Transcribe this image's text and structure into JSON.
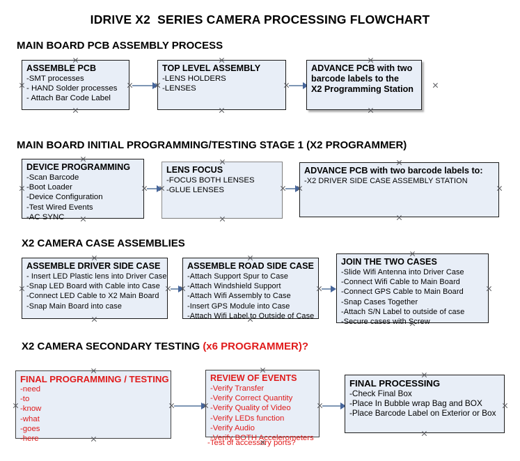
{
  "document": {
    "title": "IDRIVE X2  SERIES CAMERA PROCESSING FLOWCHART"
  },
  "colors": {
    "box_fill": "#e8eef7",
    "box_border": "#1a1a1a",
    "arrow": "#7e96b4",
    "accent_red": "#e01b1b",
    "text": "#000000"
  },
  "sections": [
    {
      "id": "pcb-assembly",
      "heading": "MAIN BOARD PCB ASSEMBLY PROCESS",
      "heading_accent": "",
      "nodes": [
        {
          "id": "assemble-pcb",
          "head": "ASSEMBLE PCB",
          "lines": [
            "-SMT processes",
            "- HAND Solder processes",
            "- Attach Bar Code Label"
          ]
        },
        {
          "id": "top-level-assembly",
          "head": "TOP LEVEL ASSEMBLY",
          "lines": [
            "-LENS HOLDERS",
            "-LENSES"
          ]
        },
        {
          "id": "advance-pcb-station",
          "head": "ADVANCE PCB with two",
          "lines": [
            "barcode labels to the",
            " X2 Programming Station"
          ]
        }
      ]
    },
    {
      "id": "initial-programming",
      "heading": "MAIN BOARD INITIAL PROGRAMMING/TESTING STAGE 1 (X2 PROGRAMMER)",
      "heading_accent": "",
      "nodes": [
        {
          "id": "device-programming",
          "head": "DEVICE PROGRAMMING",
          "lines": [
            "-Scan Barcode",
            "-Boot Loader",
            "-Device Configuration",
            "-Test Wired Events",
            "-AC SYNC"
          ]
        },
        {
          "id": "lens-focus",
          "head": "LENS FOCUS",
          "lines": [
            "-FOCUS BOTH LENSES",
            "-GLUE LENSES"
          ]
        },
        {
          "id": "advance-pcb-driver-side",
          "head": "ADVANCE PCB with two barcode labels to:",
          "lines": [
            "-X2 DRIVER  SIDE  CASE  ASSEMBLY STATION"
          ]
        }
      ]
    },
    {
      "id": "case-assemblies",
      "heading": "X2 CAMERA CASE ASSEMBLIES",
      "heading_accent": "",
      "nodes": [
        {
          "id": "assemble-driver-side-case",
          "head": "ASSEMBLE DRIVER SIDE CASE",
          "lines": [
            "- Insert LED Plastic lens into Driver Case",
            "-Snap LED Board with Cable into Case",
            "-Connect LED Cable to X2 Main Board",
            "-Snap Main Board into case"
          ]
        },
        {
          "id": "assemble-road-side-case",
          "head": "ASSEMBLE ROAD SIDE CASE",
          "lines": [
            "-Attach Support Spur to Case",
            "-Attach Windshield Support",
            "-Attach Wifi Assembly to Case",
            "-Insert GPS Module into Case",
            "-Attach Wifi Label to Outside of Case"
          ]
        },
        {
          "id": "join-the-two-cases",
          "head": "JOIN THE TWO CASES",
          "lines": [
            "-Slide Wifi Antenna into Driver Case",
            "-Connect Wifi Cable to Main Board",
            "-Connect GPS Cable to Main Board",
            "-Snap Cases Together",
            "-Attach S/N Label to outside of case",
            "-Secure cases with Screw"
          ]
        }
      ]
    },
    {
      "id": "secondary-testing",
      "heading": "X2 CAMERA SECONDARY TESTING ",
      "heading_accent": "(x6 PROGRAMMER)?",
      "nodes": [
        {
          "id": "final-programming-testing",
          "head": "FINAL PROGRAMMING / TESTING",
          "lines": [
            "-need",
            "-to",
            "-know",
            "-what",
            "-goes",
            "-here"
          ]
        },
        {
          "id": "review-of-events",
          "head": "REVIEW OF EVENTS",
          "lines": [
            "-Verify Transfer",
            "-Verify Correct Quantity",
            "-Verify Quality of Video",
            "-Verify LEDs function",
            "-Verify Audio",
            "-Verify BOTH Accelerometers"
          ],
          "overflow_line": "-Test of accessory ports?"
        },
        {
          "id": "final-processing",
          "head": "FINAL PROCESSING",
          "lines": [
            " -Check Final Box",
            "-Place In Bubble wrap Bag and BOX",
            "-Place Barcode Label on Exterior or Box"
          ]
        }
      ]
    }
  ]
}
